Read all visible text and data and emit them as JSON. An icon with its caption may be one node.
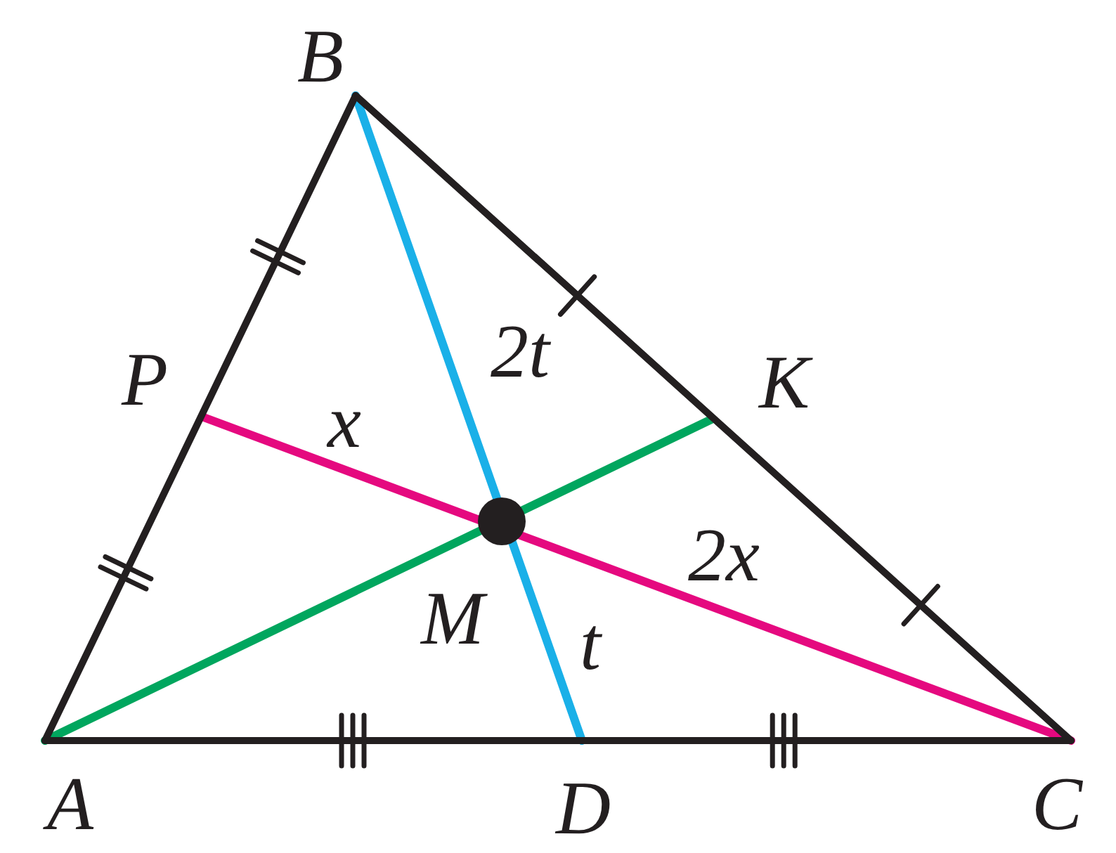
{
  "diagram": {
    "labels": [
      "B",
      "2t",
      "P",
      "K",
      "x",
      "2x",
      "M",
      "t",
      "A",
      "D",
      "C"
    ]
  }
}
